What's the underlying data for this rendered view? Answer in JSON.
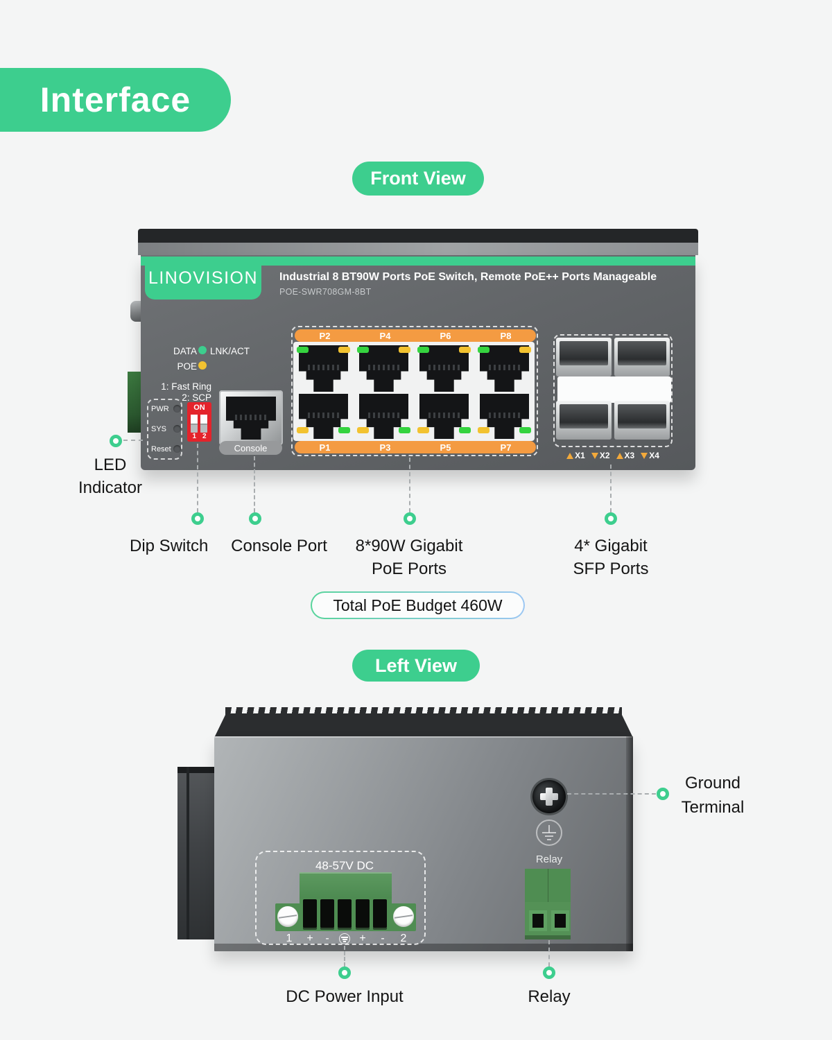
{
  "page": {
    "badge": "Interface"
  },
  "colors": {
    "accent_green": "#3DCE8E",
    "port_orange": "#F49B42",
    "dip_red": "#E4232B",
    "led_green": "#35D33F",
    "led_yellow": "#F2C230",
    "budget_border_blue": "#9CC7F3"
  },
  "front": {
    "pill": "Front View",
    "brand": "LINOVISION",
    "title": "Industrial 8 BT90W Ports PoE Switch, Remote PoE++ Ports Manageable",
    "model": "POE-SWR708GM-8BT",
    "led_rows": [
      {
        "left": "DATA",
        "right": "LNK/ACT",
        "color": "#3DCE8E"
      },
      {
        "left": "POE",
        "right": "",
        "color": "#F2C230"
      }
    ],
    "dip_legend": [
      "1:  Fast Ring",
      "2: SCP"
    ],
    "led_box": [
      "PWR",
      "SYS",
      "Reset"
    ],
    "dip_on": "ON",
    "dip_nums": [
      "1",
      "2"
    ],
    "console": "Console",
    "ports_top": [
      "P2",
      "P4",
      "P6",
      "P8"
    ],
    "ports_bottom": [
      "P1",
      "P3",
      "P5",
      "P7"
    ],
    "sfp": [
      {
        "arrow": "up",
        "label": "X1"
      },
      {
        "arrow": "down",
        "label": "X2"
      },
      {
        "arrow": "up",
        "label": "X3"
      },
      {
        "arrow": "down",
        "label": "X4"
      }
    ],
    "callouts": {
      "led": [
        "LED",
        "Indicator"
      ],
      "dip": "Dip Switch",
      "console": "Console Port",
      "poe": [
        "8*90W Gigabit",
        "PoE Ports"
      ],
      "sfp": [
        "4* Gigabit",
        "SFP Ports"
      ]
    },
    "budget": "Total PoE Budget 460W"
  },
  "left": {
    "pill": "Left View",
    "dc_label": "48-57V DC",
    "markings": [
      "1",
      "+",
      "-",
      "⏚",
      "+",
      "-",
      "2"
    ],
    "relay_label": "Relay",
    "callouts": {
      "ground": [
        "Ground",
        "Terminal"
      ],
      "dc": "DC Power Input",
      "relay": "Relay"
    }
  }
}
